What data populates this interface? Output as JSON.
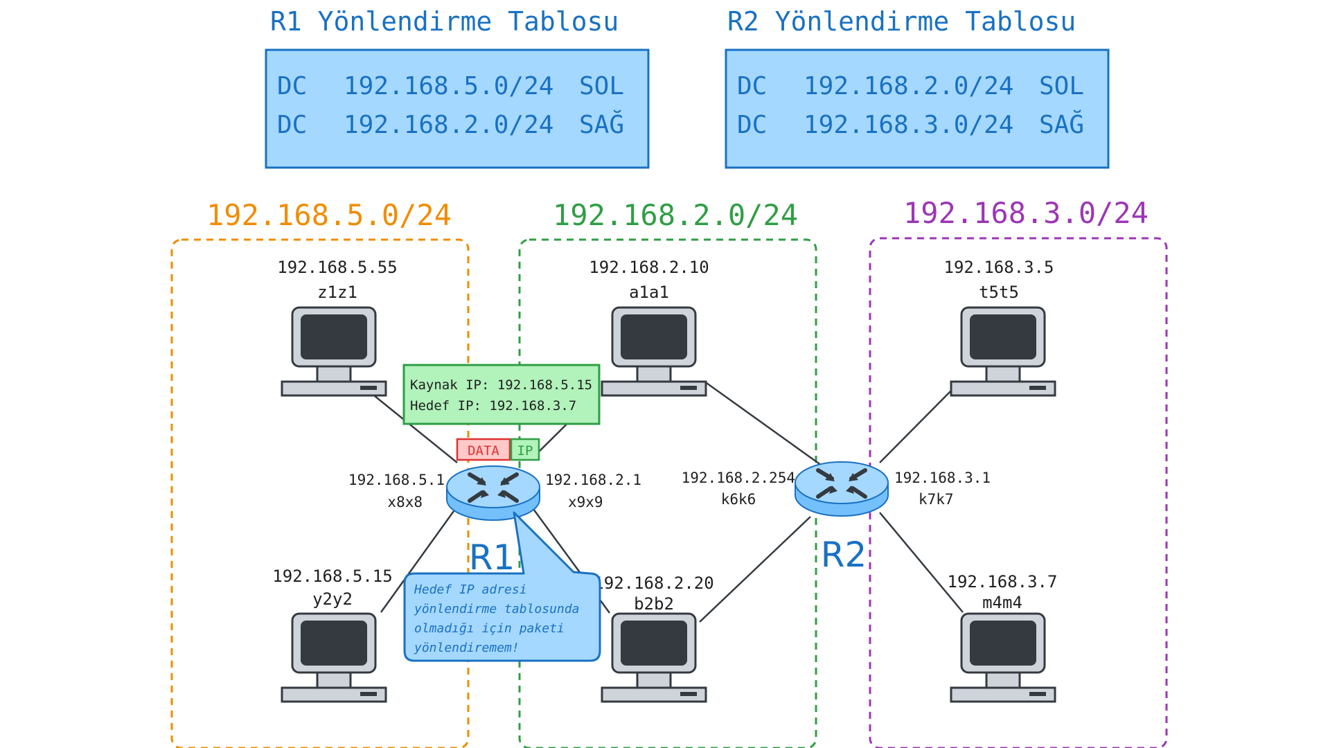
{
  "colors": {
    "blue_text": "#1971c2",
    "table_fill": "#a5d8ff",
    "orange": "#f08c00",
    "green": "#2f9e44",
    "purple": "#9c36b5",
    "router_fill": "#a5d8ff",
    "router_stroke": "#1971c2",
    "data_red": "#e03131",
    "data_fill": "#ffc9c9",
    "ip_fill": "#b2f2bb",
    "dark": "#343a40",
    "screen": "#343a40",
    "pc_body": "#ced4da"
  },
  "tables": {
    "r1": {
      "title": "R1 Yönlendirme Tablosu",
      "rows": [
        {
          "type": "DC",
          "network": "192.168.5.0/24",
          "iface": "SOL"
        },
        {
          "type": "DC",
          "network": "192.168.2.0/24",
          "iface": "SAĞ"
        }
      ]
    },
    "r2": {
      "title": "R2 Yönlendirme Tablosu",
      "rows": [
        {
          "type": "DC",
          "network": "192.168.2.0/24",
          "iface": "SOL"
        },
        {
          "type": "DC",
          "network": "192.168.3.0/24",
          "iface": "SAĞ"
        }
      ]
    }
  },
  "networks": {
    "left": "192.168.5.0/24",
    "middle": "192.168.2.0/24",
    "right": "192.168.3.0/24"
  },
  "hosts": {
    "z1z1": {
      "ip": "192.168.5.55",
      "mac": "z1z1"
    },
    "y2y2": {
      "ip": "192.168.5.15",
      "mac": "y2y2"
    },
    "a1a1": {
      "ip": "192.168.2.10",
      "mac": "a1a1"
    },
    "b2b2": {
      "ip": "192.168.2.20",
      "mac": "b2b2"
    },
    "t5t5": {
      "ip": "192.168.3.5",
      "mac": "t5t5"
    },
    "m4m4": {
      "ip": "192.168.3.7",
      "mac": "m4m4"
    }
  },
  "routers": {
    "r1": {
      "name": "R1",
      "left_iface": {
        "ip": "192.168.5.1",
        "mac": "x8x8"
      },
      "right_iface": {
        "ip": "192.168.2.1",
        "mac": "x9x9"
      }
    },
    "r2": {
      "name": "R2",
      "left_iface": {
        "ip": "192.168.2.254",
        "mac": "k6k6"
      },
      "right_iface": {
        "ip": "192.168.3.1",
        "mac": "k7k7"
      }
    }
  },
  "packet": {
    "source_line": "Kaynak IP: 192.168.5.15",
    "dest_line": "Hedef IP: 192.168.3.7",
    "data_label": "DATA",
    "ip_label": "IP"
  },
  "callout": {
    "lines": [
      "Hedef IP adresi",
      "yönlendirme tablosunda",
      "olmadığı için paketi",
      "yönlendiremem!"
    ]
  }
}
